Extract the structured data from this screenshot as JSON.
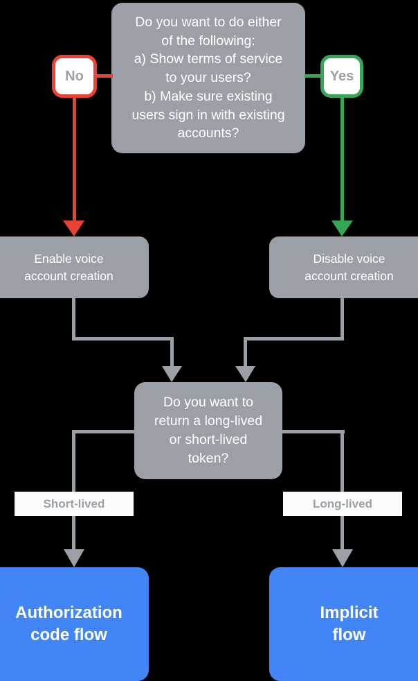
{
  "diagram": {
    "title": "Account linking flow decision chart",
    "background": "#000000",
    "colors": {
      "node_gray": "#9aa0a6",
      "node_blue": "#4285f4",
      "edge_gray": "#9aa0a6",
      "no_red": "#ea4335",
      "yes_green": "#34a853",
      "label_bg": "#fbfbfb",
      "label_text": "#9aa0a6",
      "node_text": "#ffffff"
    },
    "nodes": {
      "decision_top": {
        "id": "decision-top",
        "type": "decision",
        "text": "Do you want to do either\nof the following:\na) Show terms of service\nto your users?\nb) Make sure existing\nusers sign in with existing\naccounts?"
      },
      "box_enable": {
        "id": "box-enable",
        "type": "process",
        "text": "Enable voice\naccount creation"
      },
      "box_disable": {
        "id": "box-disable",
        "type": "process",
        "text": "Disable voice\naccount creation"
      },
      "decision_token": {
        "id": "decision-token",
        "type": "decision",
        "text": "Do you want to\nreturn a long-lived\nor short-lived\ntoken?"
      },
      "box_auth_code": {
        "id": "box-auth-code",
        "type": "terminal",
        "text": "Authorization\ncode flow"
      },
      "box_implicit": {
        "id": "box-implicit",
        "type": "terminal",
        "text": "Implicit\nflow"
      }
    },
    "badges": {
      "no": {
        "label": "No",
        "color": "#ea4335"
      },
      "yes": {
        "label": "Yes",
        "color": "#34a853"
      }
    },
    "edge_labels": {
      "short_lived": "Short-lived",
      "long_lived": "Long-lived"
    },
    "edges": [
      {
        "from": "decision-top",
        "to": "box-enable",
        "label": "No",
        "color": "#ea4335"
      },
      {
        "from": "decision-top",
        "to": "box-disable",
        "label": "Yes",
        "color": "#34a853"
      },
      {
        "from": "box-enable",
        "to": "decision-token",
        "label": "",
        "color": "#9aa0a6"
      },
      {
        "from": "box-disable",
        "to": "decision-token",
        "label": "",
        "color": "#9aa0a6"
      },
      {
        "from": "decision-token",
        "to": "box-auth-code",
        "label": "Short-lived",
        "color": "#9aa0a6"
      },
      {
        "from": "decision-token",
        "to": "box-implicit",
        "label": "Long-lived",
        "color": "#9aa0a6"
      }
    ]
  }
}
